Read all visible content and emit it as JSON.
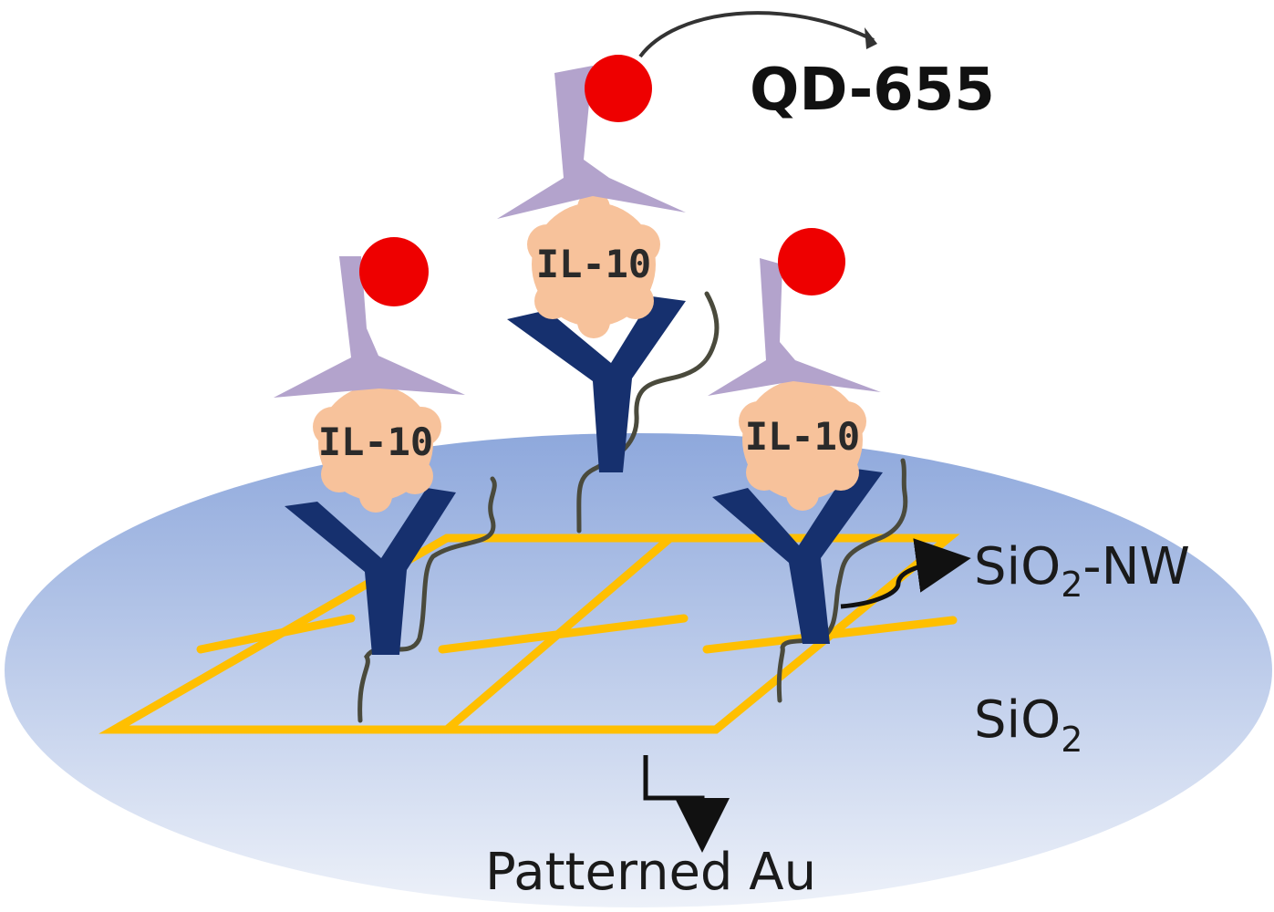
{
  "labels": {
    "quantum_dot": "QD-655",
    "nanowire_prefix": "SiO",
    "nanowire_subscript": "2",
    "nanowire_suffix": "-NW",
    "substrate_prefix": "SiO",
    "substrate_subscript": "2",
    "electrode": "Patterned Au",
    "protein": "IL-10"
  },
  "colors": {
    "substrate_top": "#8ea8dc",
    "substrate_bottom": "#e9eef8",
    "gold": "#ffbf00",
    "capture_antibody": "#16306e",
    "detection_antibody": "#b3a3cc",
    "antigen": "#f7c29b",
    "quantum_dot": "#ee0000",
    "linker": "#4a4a3c"
  }
}
